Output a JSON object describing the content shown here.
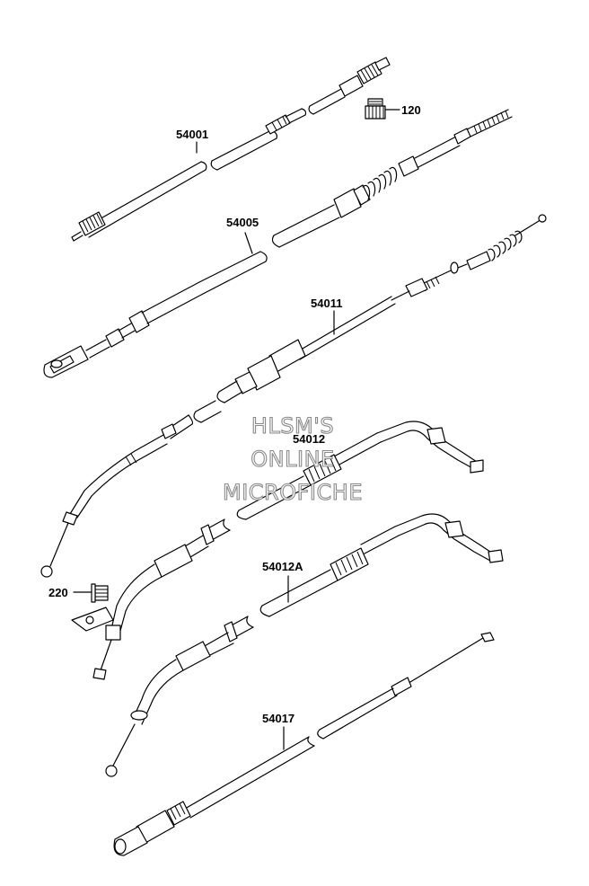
{
  "parts": [
    {
      "id": "p54001",
      "number": "54001"
    },
    {
      "id": "p120",
      "number": "120"
    },
    {
      "id": "p54005",
      "number": "54005"
    },
    {
      "id": "p54011",
      "number": "54011"
    },
    {
      "id": "p54012",
      "number": "54012"
    },
    {
      "id": "p220",
      "number": "220"
    },
    {
      "id": "p54012A",
      "number": "54012A"
    },
    {
      "id": "p54017",
      "number": "54017"
    }
  ],
  "watermark": [
    "HLSM'S",
    "ONLINE",
    "MICROFICHE"
  ]
}
